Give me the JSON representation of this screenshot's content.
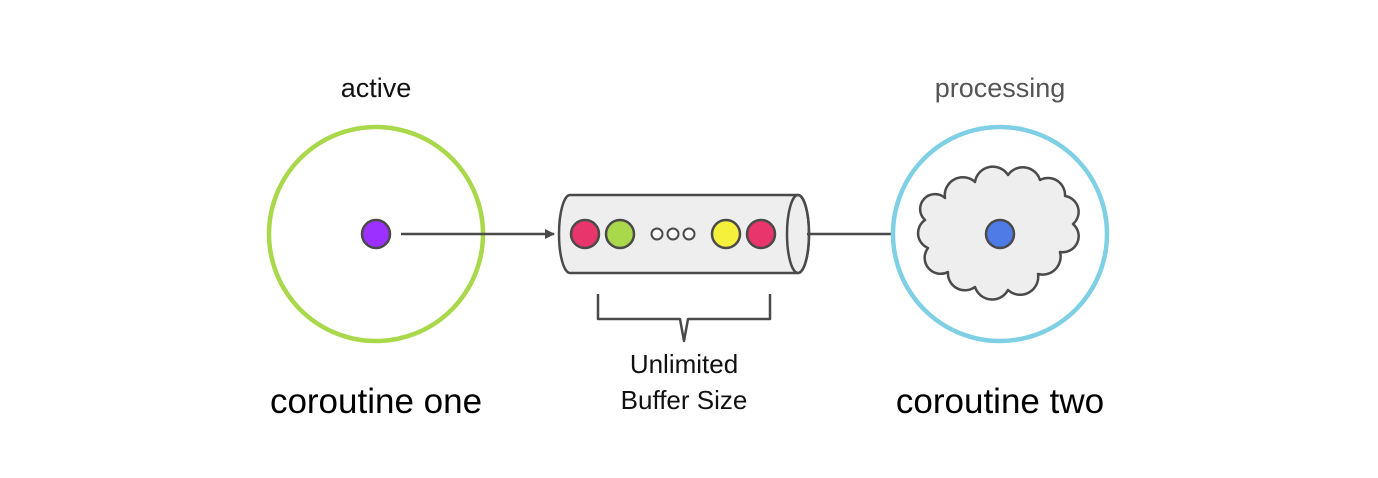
{
  "producer": {
    "state_label": "active",
    "name": "coroutine one",
    "ring_color": "#a9d84b",
    "item_color": "#9b30ff"
  },
  "consumer": {
    "state_label": "processing",
    "name": "coroutine two",
    "ring_color": "#7fd0e4",
    "item_color": "#4f7be6",
    "icon": "cloud-icon"
  },
  "channel": {
    "label_line1": "Unlimited",
    "label_line2": "Buffer Size",
    "icon": "pipe-icon",
    "fill_color": "#eeeeee",
    "items_left": [
      "#e8356b",
      "#a9d84b"
    ],
    "items_right": [
      "#f4f03c",
      "#e8356b"
    ],
    "ellipsis_icon": "ellipsis-dots-icon"
  },
  "colors": {
    "stroke": "#4a4a4a",
    "state_active_text": "#111111",
    "state_processing_text": "#555555"
  }
}
